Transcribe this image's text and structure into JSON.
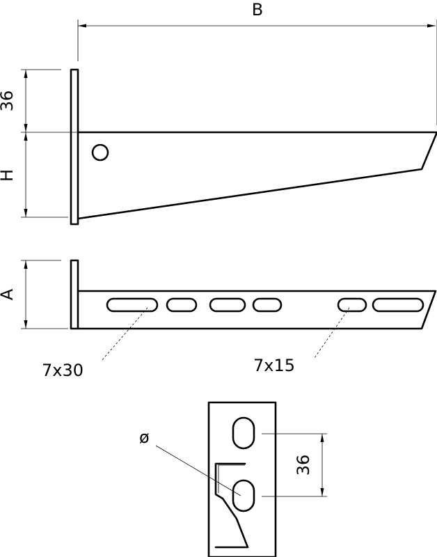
{
  "labels": {
    "dim_b": "B",
    "dim_36_top": "36",
    "dim_h": "H",
    "dim_a": "A",
    "slot_7x30": "7x30",
    "slot_7x15": "7x15",
    "diameter": "ø",
    "dim_36_detail": "36"
  }
}
